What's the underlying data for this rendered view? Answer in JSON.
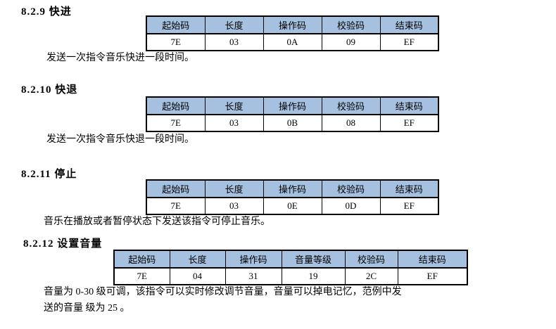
{
  "colors": {
    "table_header_bg": "#a6c1e0",
    "table_border": "#000000",
    "text": "#000000",
    "page_bg": "#ffffff"
  },
  "document": {
    "sections": [
      {
        "heading": "8.2.9 快进",
        "table": {
          "headers": [
            "起始码",
            "长度",
            "操作码",
            "校验码",
            "结束码"
          ],
          "values": [
            "7E",
            "03",
            "0A",
            "09",
            "EF"
          ]
        },
        "description": "发送一次指令音乐快进一段时间。"
      },
      {
        "heading": "8.2.10 快退",
        "table": {
          "headers": [
            "起始码",
            "长度",
            "操作码",
            "校验码",
            "结束码"
          ],
          "values": [
            "7E",
            "03",
            "0B",
            "08",
            "EF"
          ]
        },
        "description": "发送一次指令音乐快退一段时间。"
      },
      {
        "heading": "8.2.11 停止",
        "table": {
          "headers": [
            "起始码",
            "长度",
            "操作码",
            "校验码",
            "结束码"
          ],
          "values": [
            "7E",
            "03",
            "0E",
            "0D",
            "EF"
          ]
        },
        "description": "音乐在播放或者暂停状态下发送该指令可停止音乐。"
      },
      {
        "heading": "8.2.12 设置音量",
        "table": {
          "headers": [
            "起始码",
            "长度",
            "操作码",
            "音量等级",
            "校验码",
            "结束码"
          ],
          "values": [
            "7E",
            "04",
            "31",
            "19",
            "2C",
            "EF"
          ]
        },
        "description_lines": [
          "音量为 0-30 级可调，该指令可以实时修改调节音量，音量可以掉电记忆，范例中发",
          "送的音量 级为 25 。"
        ]
      }
    ]
  }
}
